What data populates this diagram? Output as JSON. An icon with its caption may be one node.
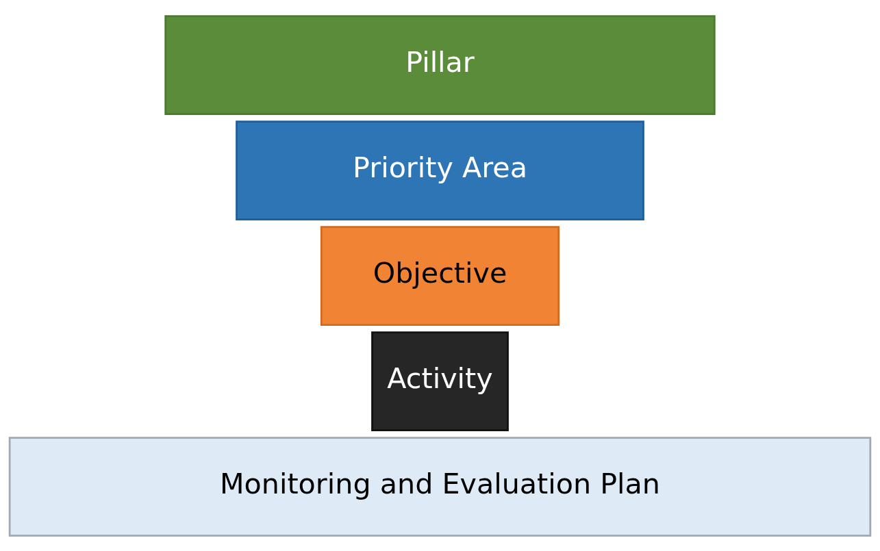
{
  "diagram": {
    "nodes": [
      {
        "text": [
          "Pillar"
        ]
      },
      {
        "text": [
          "Priority Area"
        ]
      },
      {
        "text": [
          "Objective"
        ]
      },
      {
        "text": [
          "Activity"
        ]
      },
      {
        "text": [
          "Monitoring and Evaluation Plan"
        ]
      }
    ]
  }
}
